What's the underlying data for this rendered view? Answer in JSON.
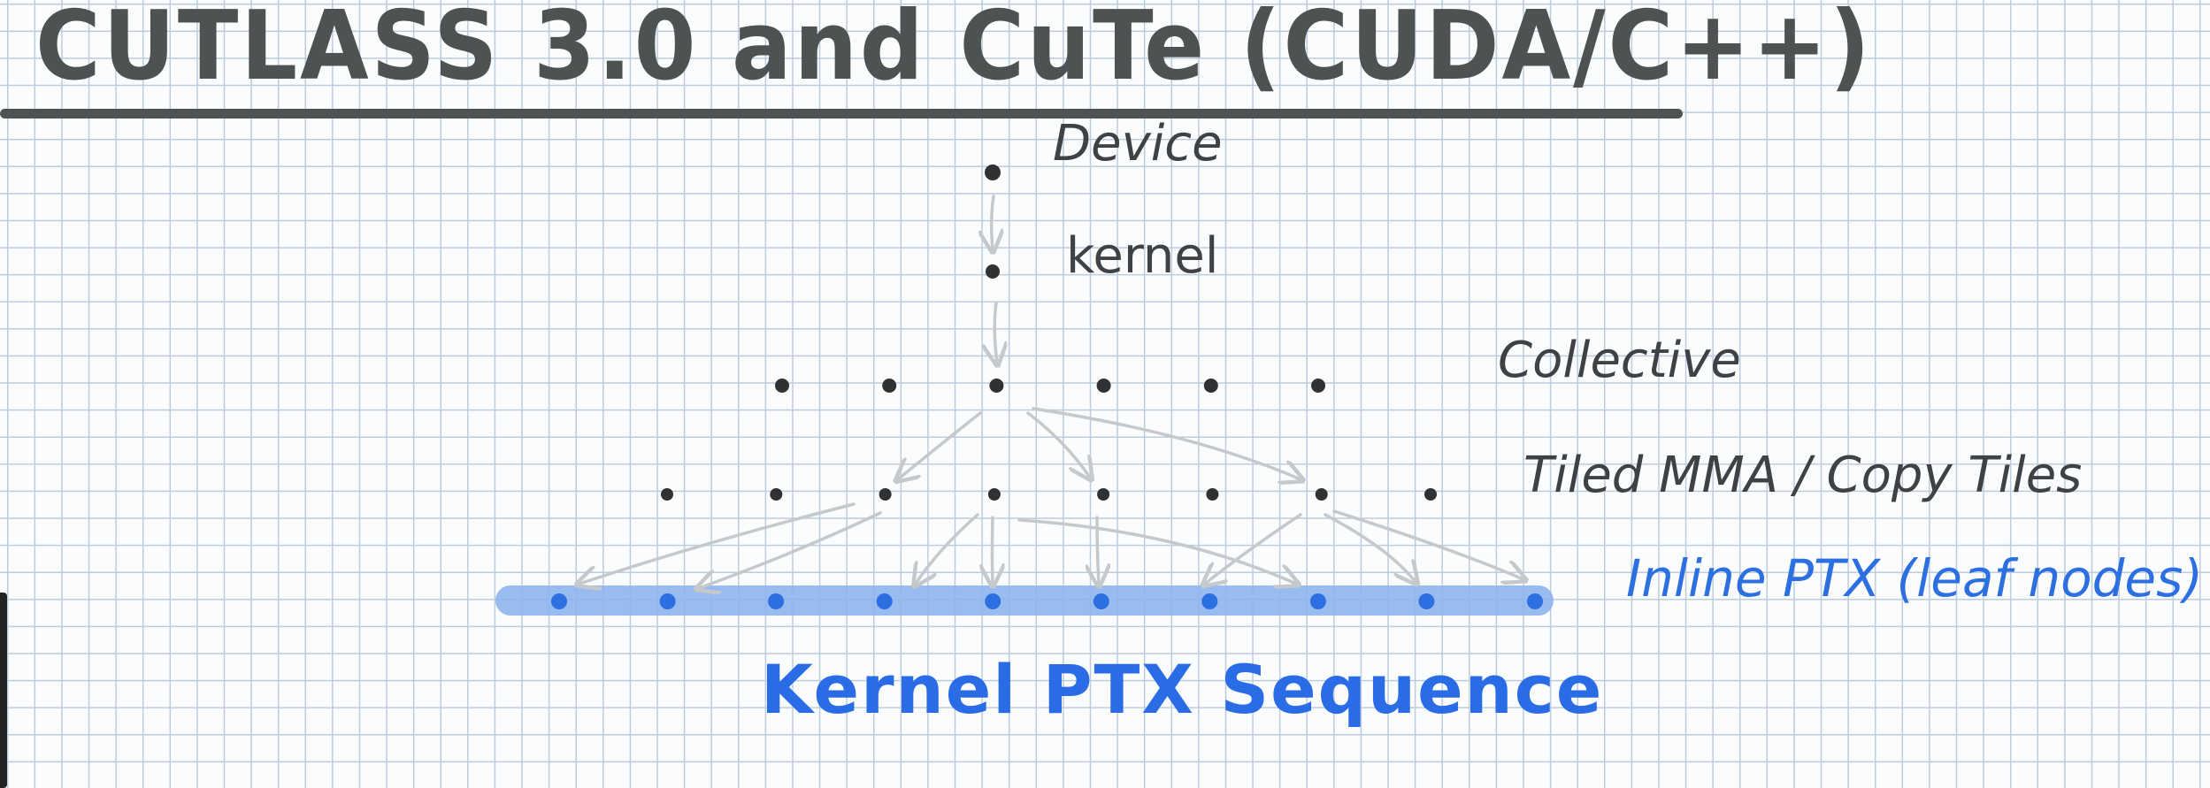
{
  "title": "CUTLASS 3.0 and CuTe (CUDA/C++)",
  "labels": {
    "device": "Device",
    "kernel": "kernel",
    "collective": "Collective",
    "tiled": "Tiled MMA / Copy Tiles",
    "inline_ptx": "Inline PTX (leaf nodes)"
  },
  "caption": "Kernel PTX Sequence",
  "colors": {
    "ink": "#4d5352",
    "node": "#2f3133",
    "arrow": "#c6c9cc",
    "leaf_blue": "#2c6fe0",
    "highlight": "#8db4ee"
  },
  "tree": {
    "levels": [
      {
        "name": "device",
        "nodes": 1
      },
      {
        "name": "kernel",
        "nodes": 1
      },
      {
        "name": "collective",
        "nodes": 6
      },
      {
        "name": "tiled",
        "nodes": 8
      },
      {
        "name": "inline_ptx",
        "nodes": 10
      }
    ]
  }
}
